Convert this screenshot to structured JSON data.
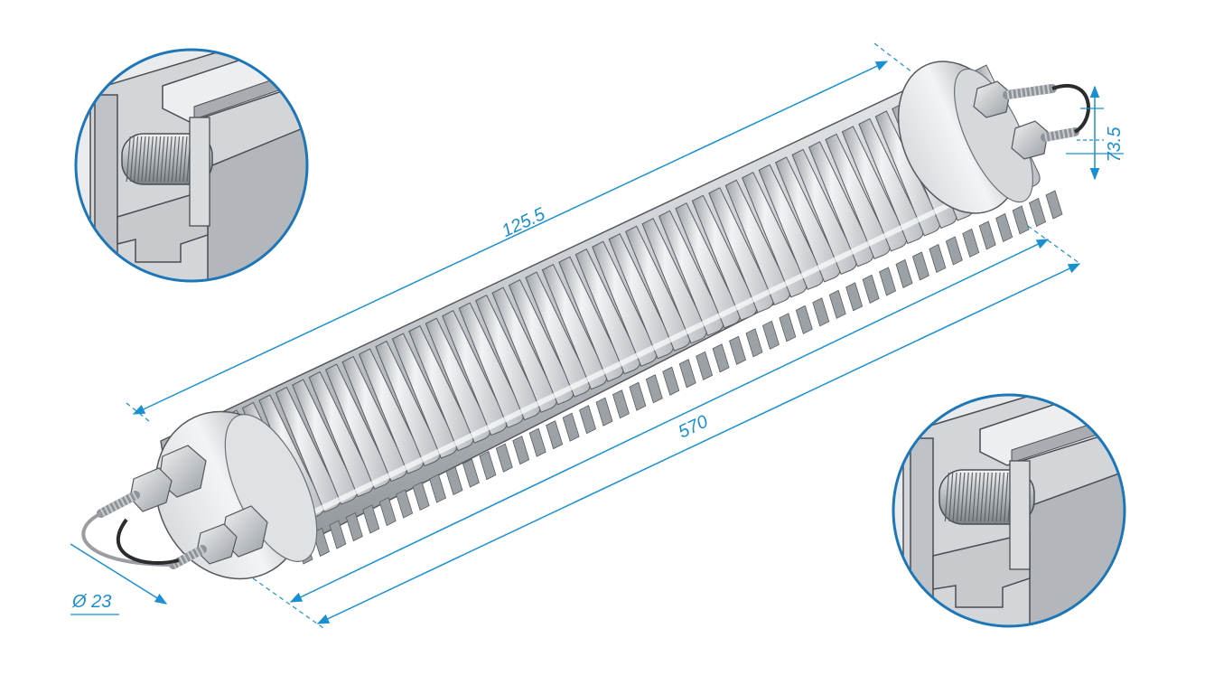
{
  "diagram": {
    "dimensions": {
      "fin_length": "125.5",
      "total_length": "570",
      "terminal_spacing": "73.5",
      "diameter": "Ø 23"
    },
    "colors": {
      "dimension_line": "#1a8fd1",
      "metal_light": "#eef0f2",
      "metal_mid": "#c4c8cc",
      "metal_dark": "#8a8f94",
      "outline": "#4a4e52",
      "detail_border": "#1d76b8"
    },
    "details": [
      {
        "id": "detail-top-left",
        "icon": "cross-section-detail"
      },
      {
        "id": "detail-bottom-right",
        "icon": "cross-section-detail"
      }
    ]
  }
}
